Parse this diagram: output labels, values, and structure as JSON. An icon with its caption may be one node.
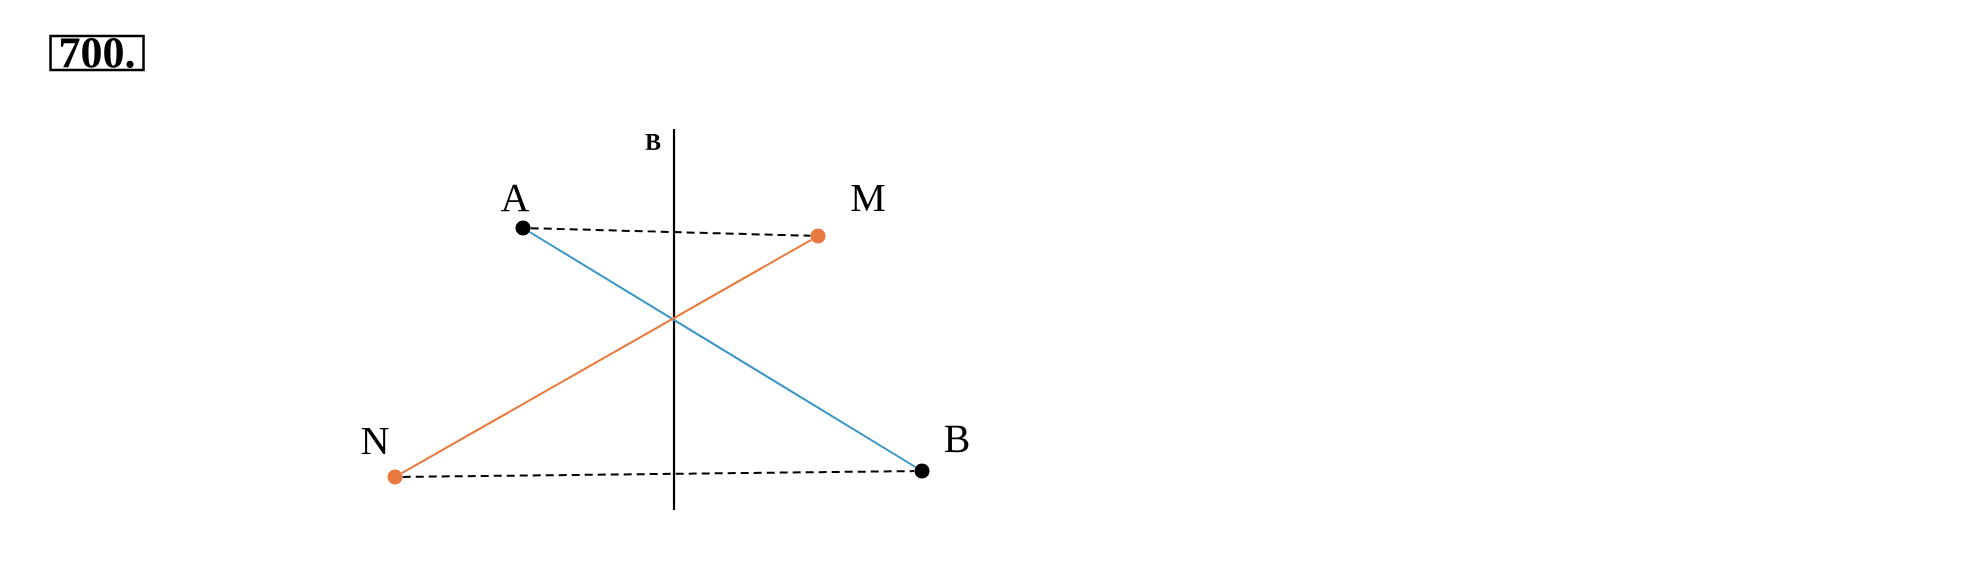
{
  "diagram": {
    "nodes": [
      {
        "text": [
          "700."
        ]
      },
      {
        "text": [
          "A"
        ]
      },
      {
        "text": [
          "M"
        ]
      },
      {
        "text": [
          "N"
        ]
      },
      {
        "text": [
          "B"
        ]
      }
    ],
    "edges": [
      {
        "from": 1,
        "to": 4,
        "arrow": "none",
        "color": "#3a96c8"
      },
      {
        "from": 3,
        "to": 2,
        "arrow": "none",
        "color": "#e87a3c"
      },
      {
        "from": 1,
        "to": 2,
        "arrow": "none",
        "style": "dashed"
      },
      {
        "from": 3,
        "to": 4,
        "arrow": "none",
        "style": "dashed"
      }
    ],
    "labels": [
      "B"
    ]
  }
}
